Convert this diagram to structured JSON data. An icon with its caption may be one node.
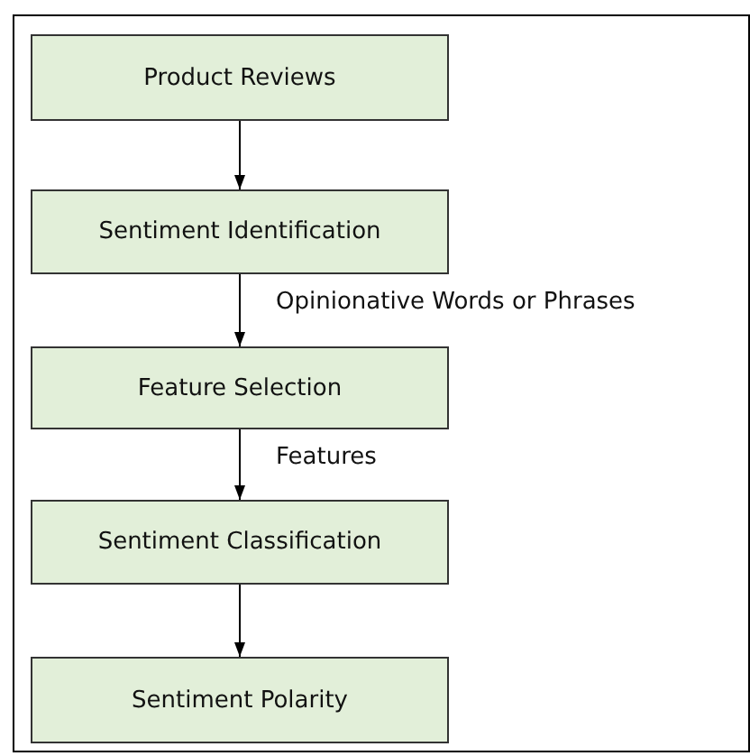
{
  "diagram": {
    "nodes": [
      {
        "text": [
          "Product Reviews"
        ]
      },
      {
        "text": [
          "Sentiment Identification"
        ]
      },
      {
        "text": [
          "Feature Selection"
        ]
      },
      {
        "text": [
          "Sentiment Classification"
        ]
      },
      {
        "text": [
          "Sentiment Polarity"
        ]
      }
    ],
    "edges": [
      {
        "from": 0,
        "to": 1,
        "arrow": "to"
      },
      {
        "from": 1,
        "to": 2,
        "arrow": "to",
        "label": "Opinionative Words or Phrases"
      },
      {
        "from": 2,
        "to": 3,
        "arrow": "to",
        "label": "Features"
      },
      {
        "from": 3,
        "to": 4,
        "arrow": "to"
      }
    ]
  }
}
